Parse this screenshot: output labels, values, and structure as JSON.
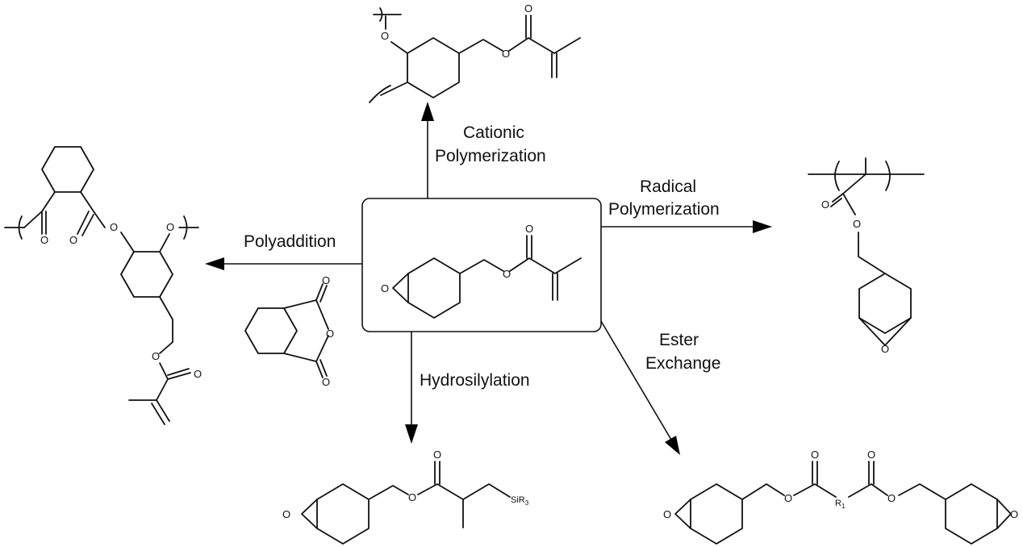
{
  "reactions": {
    "cationic": [
      "Cationic",
      "Polymerization"
    ],
    "radical": [
      "Radical",
      "Polymerization"
    ],
    "polyaddition": "Polyaddition",
    "hydrosilylation": "Hydrosilylation",
    "ester_exchange": [
      "Ester",
      "Exchange"
    ]
  },
  "atoms": {
    "O": "O",
    "SiR3": {
      "main": "SiR",
      "sub": "3"
    },
    "R1": {
      "main": "R",
      "sub": "1"
    }
  }
}
